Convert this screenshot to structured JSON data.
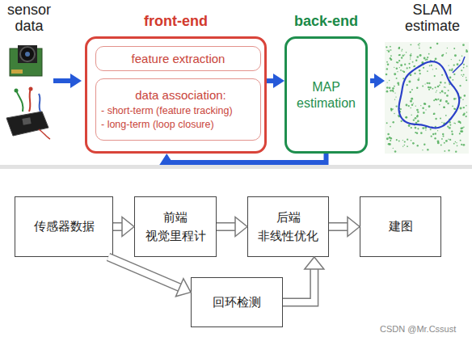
{
  "diagram": {
    "nodes": [
      {
        "text": [
          "front-end"
        ]
      },
      {
        "text": [
          "feature extraction"
        ],
        "in": 0
      },
      {
        "text": [
          "data association:",
          "- short-term (feature tracking)",
          "- long-term (loop closure)"
        ],
        "in": 0
      },
      {
        "text": [
          "back-end",
          "MAP estimation"
        ]
      },
      {
        "text": [
          "传感器数据"
        ]
      },
      {
        "text": [
          "前端",
          "视觉里程计"
        ]
      },
      {
        "text": [
          "后端",
          "非线性优化"
        ]
      },
      {
        "text": [
          "建图"
        ]
      },
      {
        "text": [
          "回环检测"
        ]
      }
    ],
    "edges": [
      {
        "from": 0,
        "to": 3,
        "arrow": "to"
      },
      {
        "from": 3,
        "to": 0,
        "arrow": "to"
      },
      {
        "from": 4,
        "to": 5,
        "arrow": "to"
      },
      {
        "from": 5,
        "to": 6,
        "arrow": "to"
      },
      {
        "from": 6,
        "to": 7,
        "arrow": "to"
      },
      {
        "from": 4,
        "to": 8,
        "arrow": "to"
      },
      {
        "from": 8,
        "to": 6,
        "arrow": "to"
      }
    ],
    "labels": [
      "sensor data",
      "SLAM estimate",
      "CSDN @Mr.Cssust"
    ]
  }
}
